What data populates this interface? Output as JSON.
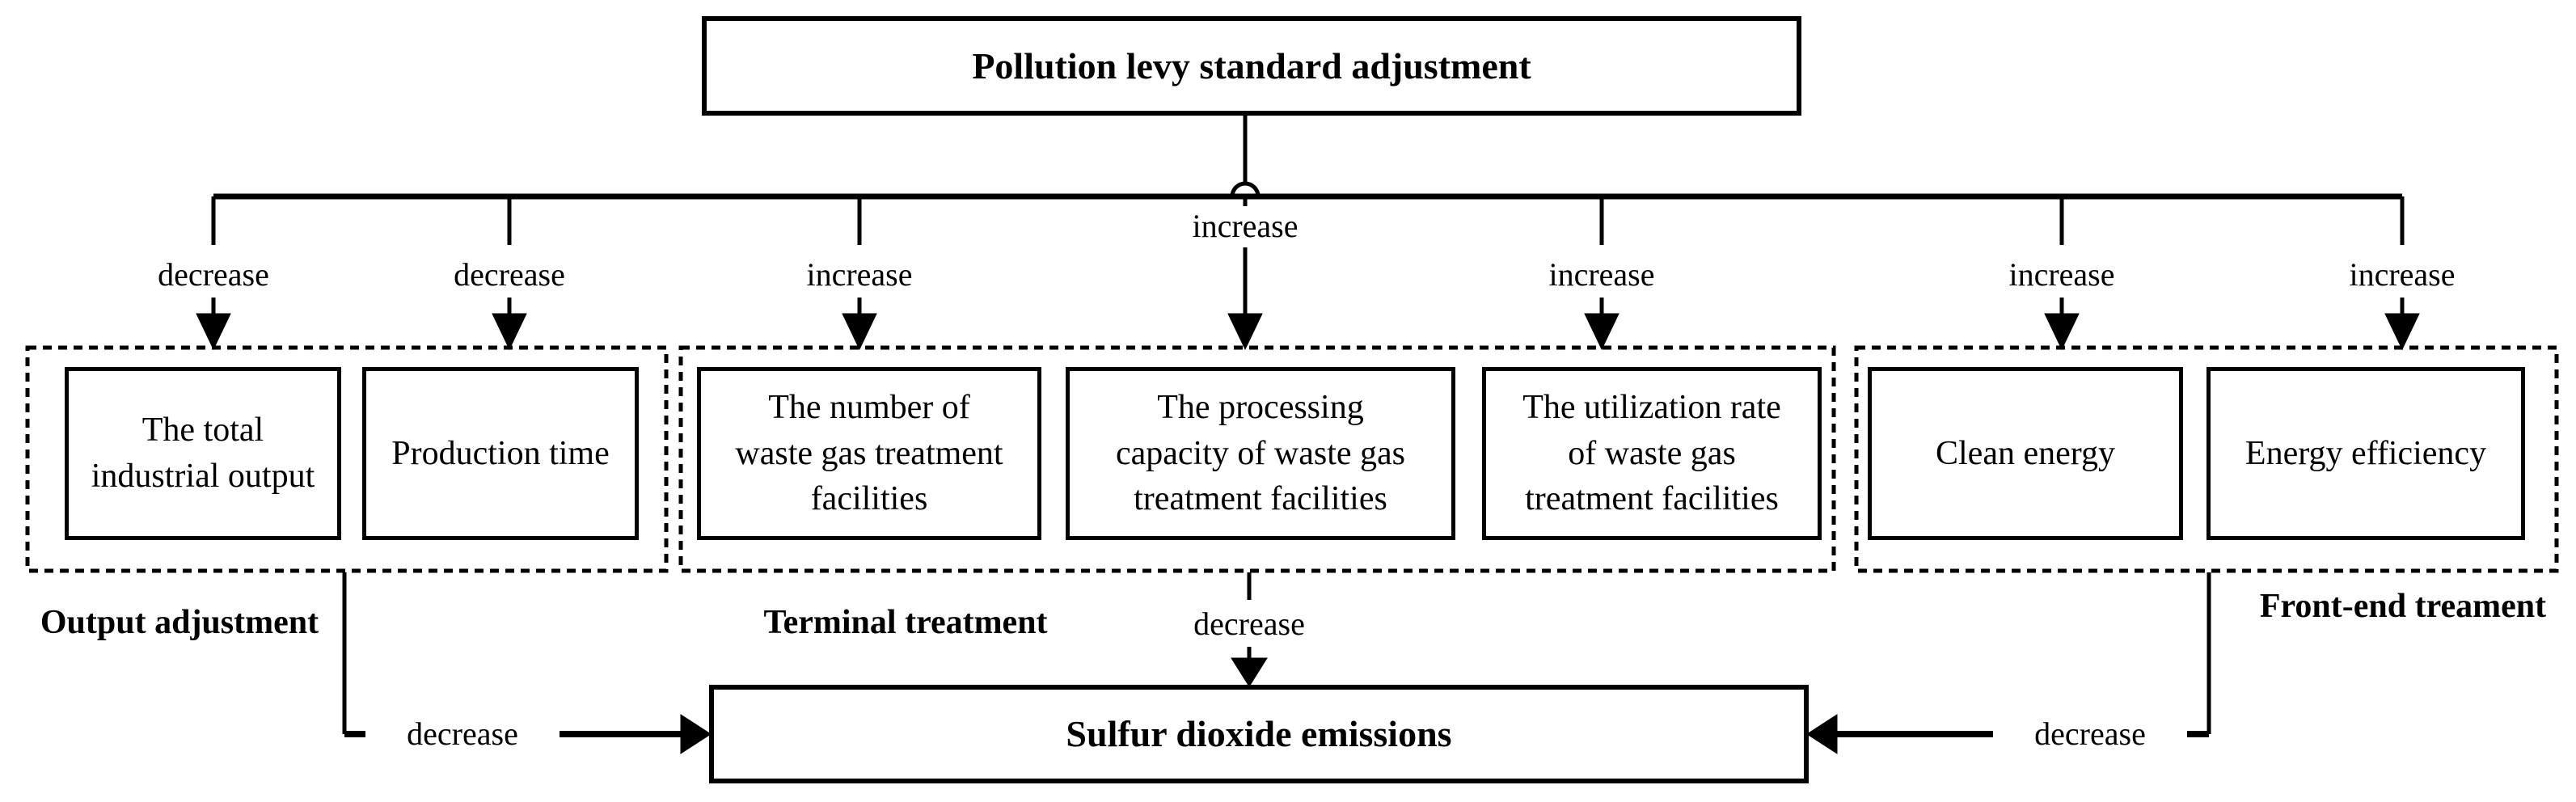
{
  "root_label": "Pollution levy standard adjustment",
  "sink_label": "Sulfur dioxide emissions",
  "top_flows": [
    "decrease",
    "decrease",
    "increase",
    "increase",
    "increase",
    "increase",
    "increase"
  ],
  "bottom_flows": [
    "decrease",
    "decrease",
    "decrease"
  ],
  "groups": [
    {
      "label": "Output adjustment",
      "boxes": [
        "The total\nindustrial output",
        "Production time"
      ]
    },
    {
      "label": "Terminal treatment",
      "boxes": [
        "The number of\nwaste gas treatment\nfacilities",
        "The processing\ncapacity of waste gas\ntreatment facilities",
        "The utilization rate\nof waste gas\ntreatment facilities"
      ]
    },
    {
      "label": "Front-end treament",
      "boxes": [
        "Clean energy",
        "Energy efficiency"
      ]
    }
  ],
  "colors": {
    "line": "#000000",
    "background": "#ffffff",
    "text": "#000000"
  }
}
